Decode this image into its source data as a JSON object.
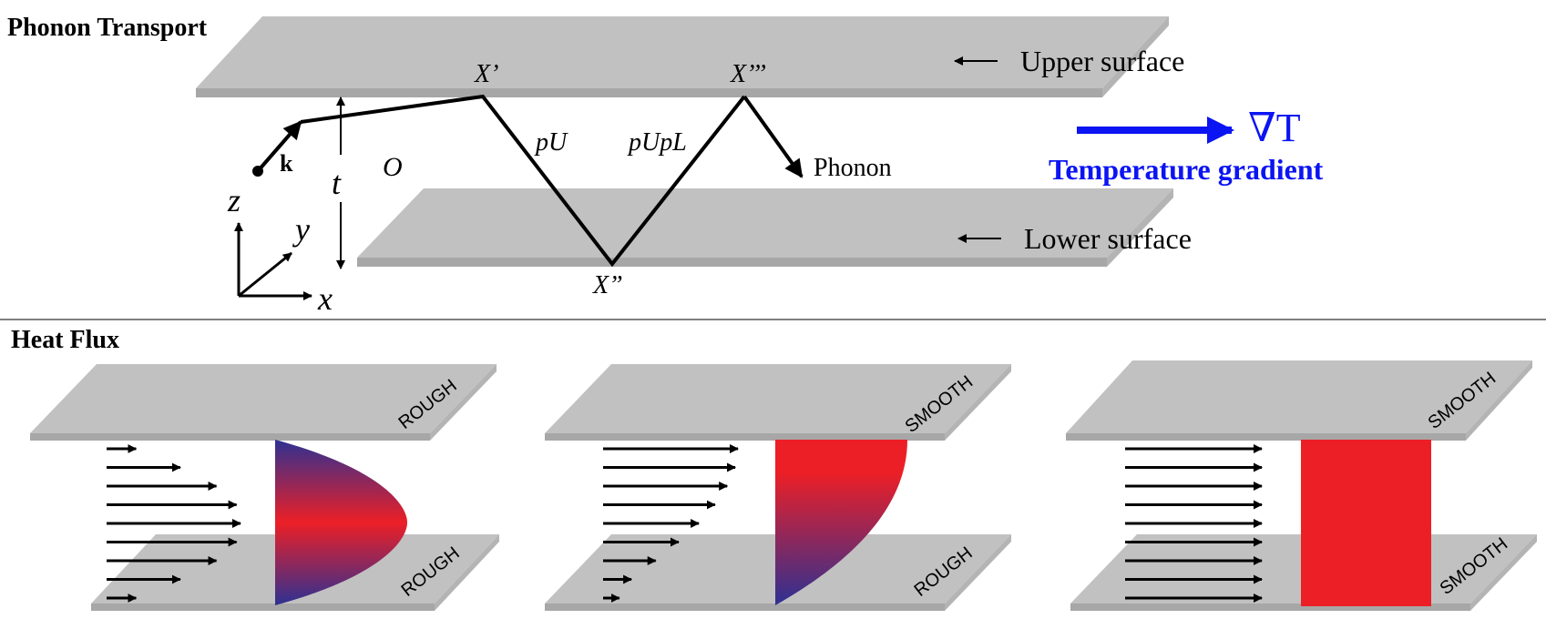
{
  "top_panel": {
    "title": "Phonon Transport",
    "upper_surface_label": "Upper surface",
    "lower_surface_label": "Lower surface",
    "points": {
      "x1": "X’",
      "x2": "X”",
      "x3": "X’’’",
      "origin": "O"
    },
    "wave_vector": "k",
    "segment_labels": {
      "first": "pU",
      "second": "pUpL"
    },
    "phonon_label": "Phonon",
    "thickness_label": "t",
    "axes": {
      "x": "x",
      "y": "y",
      "z": "z"
    },
    "gradient_symbol": "∇T",
    "gradient_label": "Temperature gradient"
  },
  "bottom_panel": {
    "title": "Heat Flux",
    "cases": [
      {
        "top_surface": "ROUGH",
        "bottom_surface": "ROUGH",
        "arrow_fractions": [
          0.22,
          0.55,
          0.82,
          0.97,
          1.0,
          0.97,
          0.82,
          0.55,
          0.22
        ]
      },
      {
        "top_surface": "SMOOTH",
        "bottom_surface": "ROUGH",
        "arrow_fractions": [
          1.0,
          0.98,
          0.92,
          0.83,
          0.71,
          0.56,
          0.39,
          0.21,
          0.12
        ]
      },
      {
        "top_surface": "SMOOTH",
        "bottom_surface": "SMOOTH",
        "arrow_fractions": [
          1.0,
          1.0,
          1.0,
          1.0,
          1.0,
          1.0,
          1.0,
          1.0,
          1.0
        ]
      }
    ]
  },
  "colors": {
    "surface": "#c2c1c1",
    "surface_edge": "#a8a7a7",
    "gradient_arrow": "#0b14f2",
    "hot": "#ec1f26",
    "cold": "#2e3192"
  }
}
